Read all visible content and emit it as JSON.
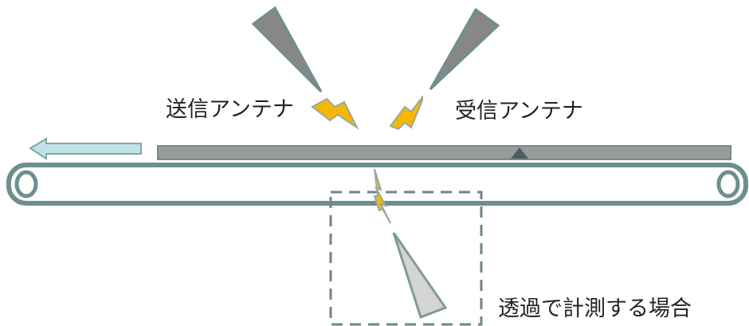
{
  "labels": {
    "transmit_antenna": "送信アンテナ",
    "receive_antenna": "受信アンテナ",
    "transmission_case": "透過で計測する場合"
  },
  "colors": {
    "antenna_fill": "#878787",
    "antenna_stroke": "#6e8f8f",
    "lower_antenna_fill": "#d4d4d4",
    "lower_antenna_stroke": "#7f9a9a",
    "lightning_fill": "#f5b800",
    "lightning_stroke": "#9aa7a7",
    "sheet_fill": "#9a9a9a",
    "sheet_stroke": "#6f8e8e",
    "belt_stroke": "#6f8e8e",
    "arrow_fill": "#bfe3e6",
    "arrow_stroke": "#7fa7a9",
    "marker_fill": "#4d5c5c",
    "dashed_box_stroke": "#6f8585"
  }
}
